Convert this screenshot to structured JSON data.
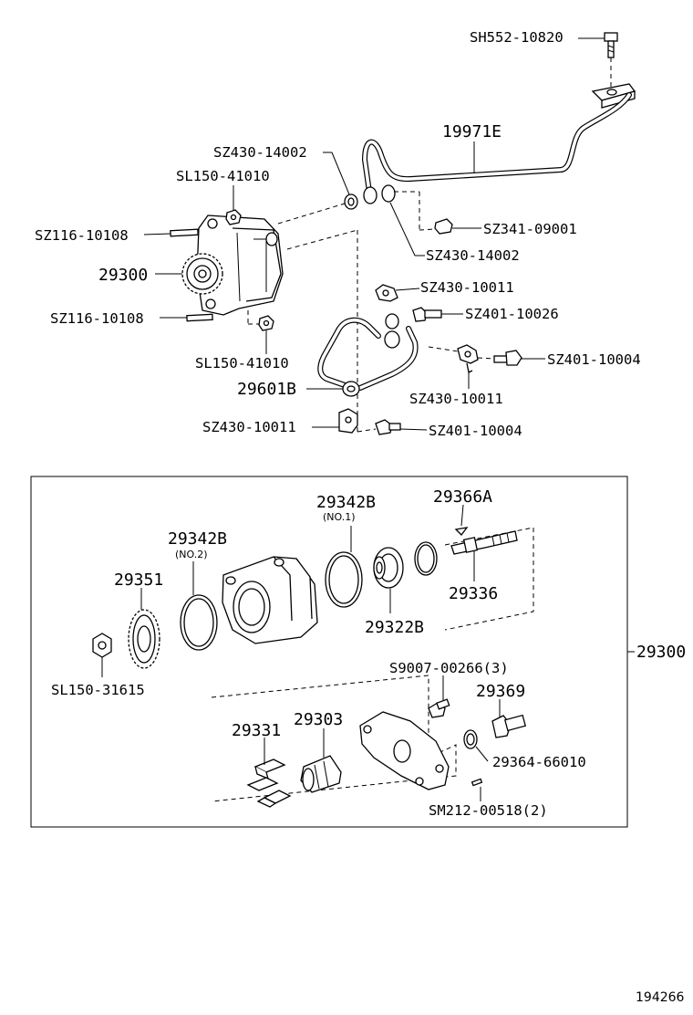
{
  "labels": {
    "sh552_10820": "SH552-10820",
    "p19971e": "19971E",
    "sz430_14002_top": "SZ430-14002",
    "sl150_41010_top": "SL150-41010",
    "sz116_10108_top": "SZ116-10108",
    "p29300_top": "29300",
    "sz116_10108_bot": "SZ116-10108",
    "sl150_41010_bot": "SL150-41010",
    "sz341_09001": "SZ341-09001",
    "sz430_14002_mid": "SZ430-14002",
    "sz430_10011_a": "SZ430-10011",
    "sz401_10026": "SZ401-10026",
    "sz401_10004_a": "SZ401-10004",
    "p29601b": "29601B",
    "sz430_10011_b": "SZ430-10011",
    "sz430_10011_c": "SZ430-10011",
    "sz401_10004_b": "SZ401-10004",
    "p29342b_no1": "29342B",
    "no1": "(NO.1)",
    "p29366a": "29366A",
    "p29342b_no2": "29342B",
    "no2": "(NO.2)",
    "p29351": "29351",
    "p29336": "29336",
    "p29322b": "29322B",
    "p29300_box": "29300",
    "sl150_31615": "SL150-31615",
    "s9007_00266": "S9007-00266(3)",
    "p29369": "29369",
    "p29331": "29331",
    "p29303": "29303",
    "p29364_66010": "29364-66010",
    "sm212_00518": "SM212-00518(2)",
    "diagram_id": "194266"
  }
}
